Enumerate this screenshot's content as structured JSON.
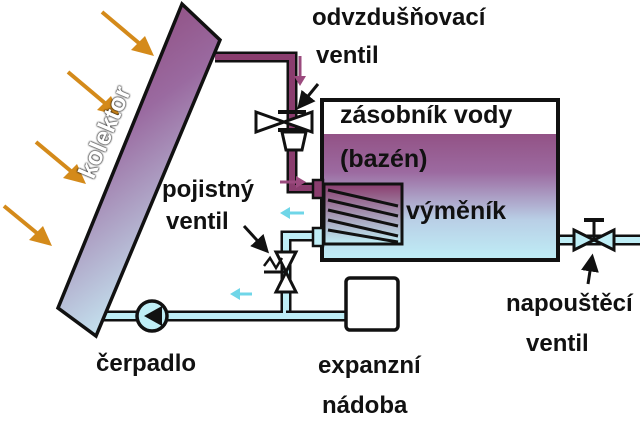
{
  "labels": {
    "collector": "kolektor",
    "air_valve_1": "odvzdušňovací",
    "air_valve_2": "ventil",
    "tank_1": "zásobník vody",
    "tank_2": "(bazén)",
    "exchanger": "výměník",
    "safety_valve_1": "pojistný",
    "safety_valve_2": "ventil",
    "pump": "čerpadlo",
    "expansion_1": "expanzní",
    "expansion_2": "nádoba",
    "fill_valve_1": "napouštěcí",
    "fill_valve_2": "ventil"
  },
  "colors": {
    "hot": "#8a3d6e",
    "cold": "#bfeef6",
    "outline": "#111111",
    "sun_arrow": "#d48a1a",
    "hot_flow_arrow": "#9b4a7e",
    "cold_flow_arrow": "#6fd6e8"
  }
}
